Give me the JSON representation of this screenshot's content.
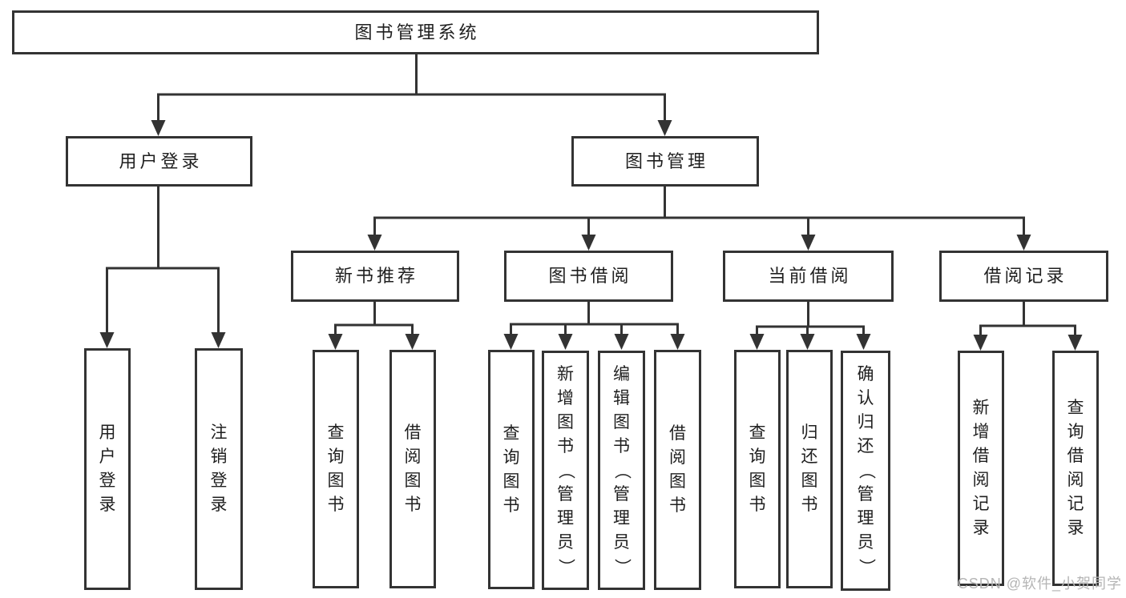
{
  "root": {
    "label": "图书管理系统"
  },
  "branches": {
    "user_login": {
      "label": "用户登录",
      "leaves": [
        "用户登录",
        "注销登录"
      ]
    },
    "book_management": {
      "label": "图书管理",
      "sections": {
        "new_book_recommend": {
          "label": "新书推荐",
          "leaves": [
            "查询图书",
            "借阅图书"
          ]
        },
        "book_borrowing": {
          "label": "图书借阅",
          "leaves": [
            "查询图书",
            "新增图书（管理员）",
            "编辑图书（管理员）",
            "借阅图书"
          ]
        },
        "current_borrowing": {
          "label": "当前借阅",
          "leaves": [
            "查询图书",
            "归还图书",
            "确认归还（管理员）"
          ]
        },
        "borrowing_records": {
          "label": "借阅记录",
          "leaves": [
            "新增借阅记录",
            "查询借阅记录"
          ]
        }
      }
    }
  },
  "watermark": {
    "text": "CSDN @软件_小贺同学"
  },
  "colors": {
    "line": "#333333",
    "text": "#1f1f1f",
    "watermark": "#b5b5b5",
    "background": "#ffffff"
  }
}
